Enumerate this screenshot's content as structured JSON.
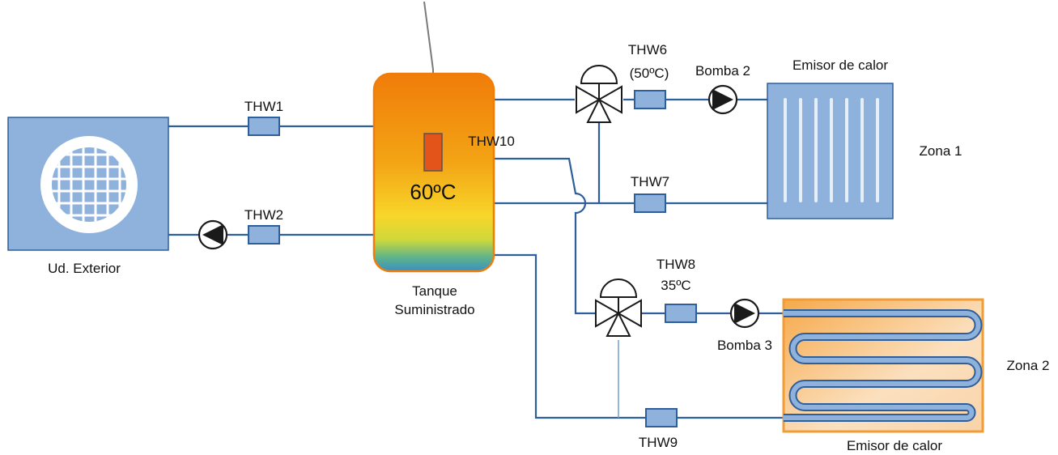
{
  "units": {
    "outdoor": "Ud. Exterior",
    "tank_line1": "Tanque",
    "tank_line2": "Suministrado",
    "tank_temp": "60ºC"
  },
  "sensors": {
    "thw1": "THW1",
    "thw2": "THW2",
    "thw6_line1": "THW6",
    "thw6_line2": "(50ºC)",
    "thw7": "THW7",
    "thw8_line1": "THW8",
    "thw8_line2": "35ºC",
    "thw9": "THW9",
    "thw10": "THW10"
  },
  "pumps": {
    "pump2": "Bomba 2",
    "pump3": "Bomba 3"
  },
  "emitters": {
    "zone1_emitter": "Emisor de calor",
    "zone2_emitter": "Emisor de calor"
  },
  "zones": {
    "zone1": "Zona 1",
    "zone2": "Zona 2"
  },
  "colors": {
    "pipe": "#2f5f9a",
    "equipment_blue": "#8fb2dd",
    "tank_hot": "#f07d0a",
    "tank_warm": "#f5c419",
    "tank_cold": "#3a9bbf",
    "floor_heating": "#f39c33"
  }
}
